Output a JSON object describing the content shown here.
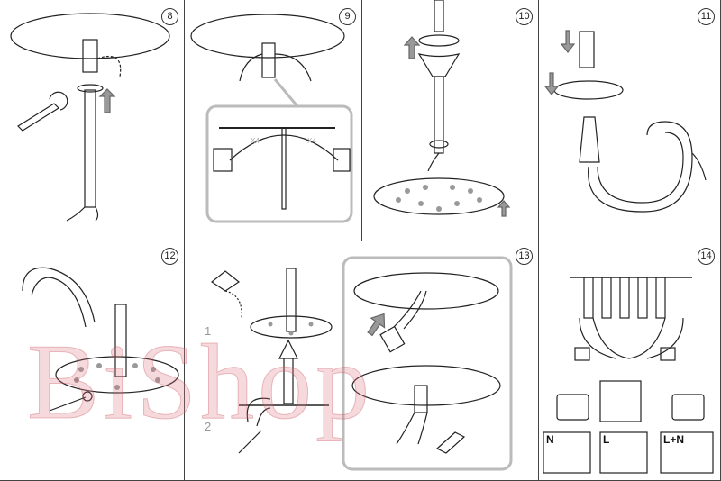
{
  "steps": [
    "8",
    "9",
    "10",
    "11",
    "12",
    "13",
    "14"
  ],
  "step9": {
    "count_left": "X4",
    "count_right": "X4"
  },
  "step12_13": {
    "sub1": "1",
    "sub2": "2"
  },
  "step14": {
    "labels": [
      "N",
      "L",
      "L+N"
    ]
  },
  "watermark": "BiShop",
  "colors": {
    "line": "#222222",
    "frame": "#444444",
    "arrow": "#999999",
    "watermark": "#dc7882"
  }
}
